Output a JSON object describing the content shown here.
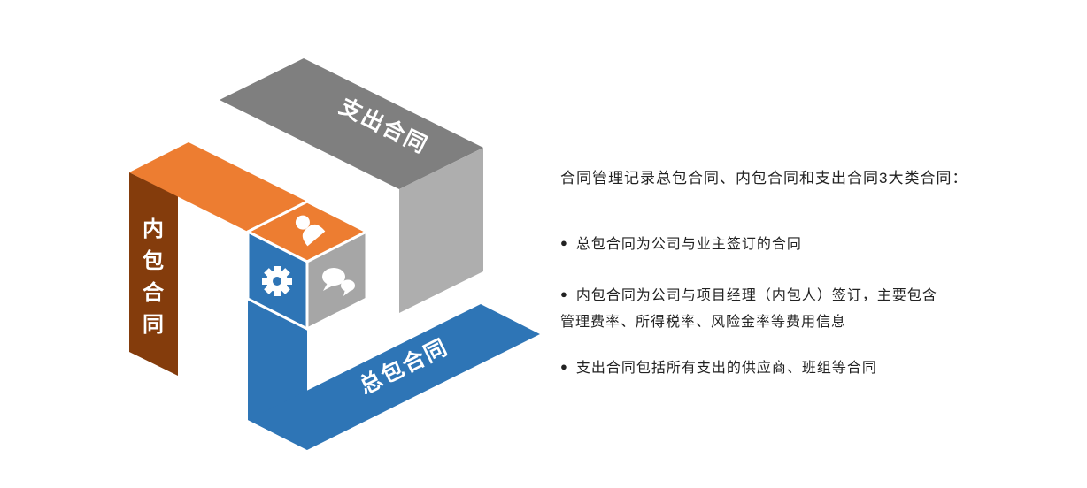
{
  "diagram": {
    "colors": {
      "orange": "#ED7D31",
      "orange_dark": "#843C0C",
      "gray": "#7F7F7F",
      "gray_light": "#AEAEAE",
      "blue": "#2E75B6",
      "tile_gray": "#A6A6A6",
      "icon_white": "#FFFFFF"
    },
    "ribbons": {
      "expense": {
        "label": "支出合同"
      },
      "internal": {
        "label": "内包合同",
        "chars": [
          "内",
          "包",
          "合",
          "同"
        ]
      },
      "general": {
        "label": "总包合同"
      }
    }
  },
  "panel": {
    "title": "合同管理记录总包合同、内包合同和支出合同3大类合同：",
    "bullets": [
      {
        "marker": "●",
        "lines": [
          "总包合同为公司与业主签订的合同"
        ]
      },
      {
        "marker": "●",
        "lines": [
          "内包合同为公司与项目经理（内包人）签订，主要包含",
          "管理费率、所得税率、风险金率等费用信息"
        ]
      },
      {
        "marker": "●",
        "lines": [
          "支出合同包括所有支出的供应商、班组等合同"
        ]
      }
    ]
  }
}
